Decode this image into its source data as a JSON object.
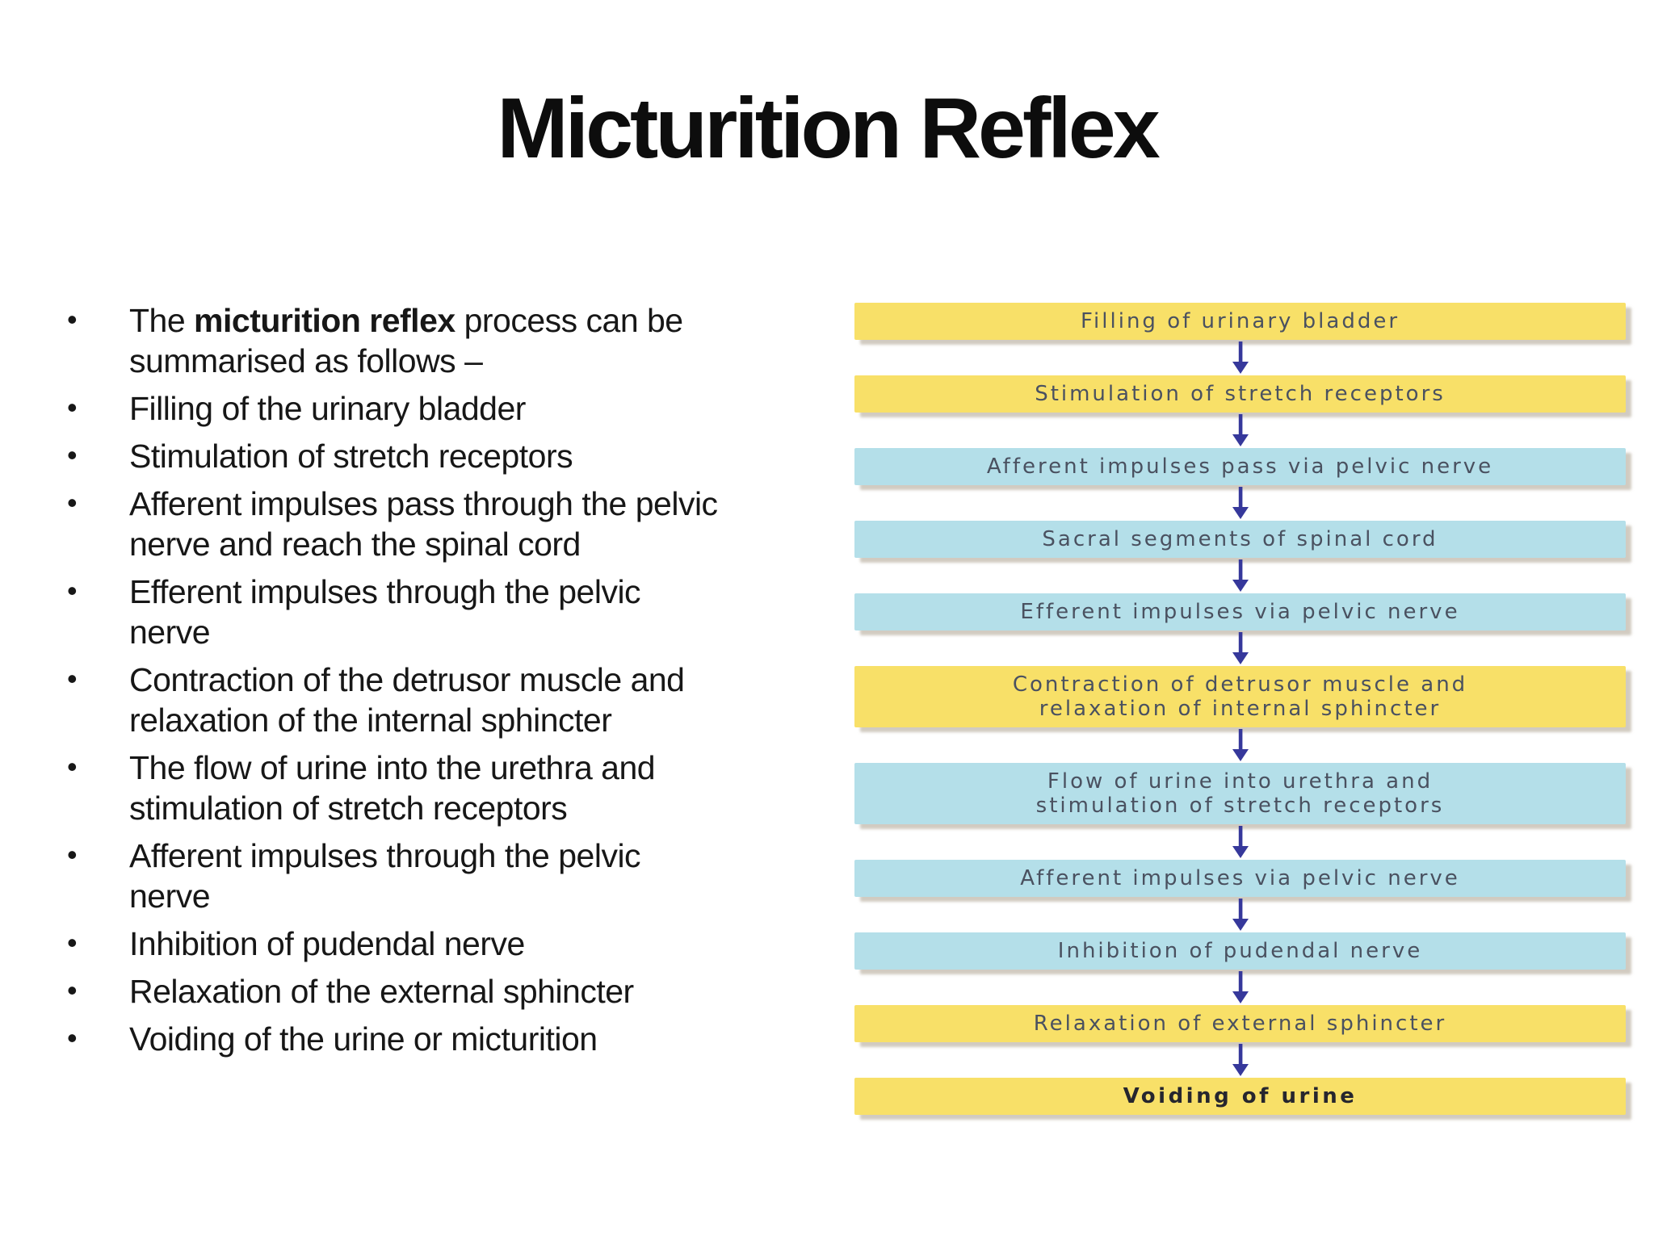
{
  "title": "Micturition Reflex",
  "bullets": [
    {
      "lines": [
        [
          {
            "t": "The "
          },
          {
            "t": "micturition reflex",
            "b": true
          },
          {
            "t": " process can be"
          }
        ],
        [
          {
            "t": "summarised as follows –"
          }
        ]
      ]
    },
    {
      "lines": [
        [
          {
            "t": "Filling of the urinary bladder"
          }
        ]
      ]
    },
    {
      "lines": [
        [
          {
            "t": "Stimulation of stretch receptors"
          }
        ]
      ]
    },
    {
      "lines": [
        [
          {
            "t": "Afferent impulses pass through the pelvic"
          }
        ],
        [
          {
            "t": "nerve and reach the spinal cord"
          }
        ]
      ]
    },
    {
      "lines": [
        [
          {
            "t": "Efferent impulses through the pelvic"
          }
        ],
        [
          {
            "t": "nerve"
          }
        ]
      ]
    },
    {
      "lines": [
        [
          {
            "t": "Contraction of the detrusor muscle and"
          }
        ],
        [
          {
            "t": "relaxation of the internal sphincter"
          }
        ]
      ]
    },
    {
      "lines": [
        [
          {
            "t": "The flow of urine into the urethra and"
          }
        ],
        [
          {
            "t": "stimulation of stretch receptors"
          }
        ]
      ]
    },
    {
      "lines": [
        [
          {
            "t": "Afferent impulses through the pelvic"
          }
        ],
        [
          {
            "t": "nerve"
          }
        ]
      ]
    },
    {
      "lines": [
        [
          {
            "t": "Inhibition of pudendal nerve"
          }
        ]
      ]
    },
    {
      "lines": [
        [
          {
            "t": "Relaxation of the external sphincter"
          }
        ]
      ]
    },
    {
      "lines": [
        [
          {
            "t": "Voiding of the urine or micturition"
          }
        ]
      ]
    }
  ],
  "flowchart": {
    "steps": [
      {
        "label": "Filling of urinary bladder",
        "color": "yellow"
      },
      {
        "label": "Stimulation of stretch receptors",
        "color": "yellow"
      },
      {
        "label": "Afferent impulses pass via pelvic nerve",
        "color": "blue"
      },
      {
        "label": "Sacral segments of spinal cord",
        "color": "blue"
      },
      {
        "label": "Efferent impulses via pelvic nerve",
        "color": "blue"
      },
      {
        "label": "Contraction of detrusor muscle and\nrelaxation of internal sphincter",
        "color": "yellow"
      },
      {
        "label": "Flow of urine into urethra and\nstimulation of stretch receptors",
        "color": "blue"
      },
      {
        "label": "Afferent impulses via pelvic nerve",
        "color": "blue"
      },
      {
        "label": "Inhibition of pudendal nerve",
        "color": "blue"
      },
      {
        "label": "Relaxation of external sphincter",
        "color": "yellow"
      },
      {
        "label": "Voiding of urine",
        "color": "yellow",
        "bold": true
      }
    ],
    "colors": {
      "yellow": "#F8E068",
      "blue": "#B4DFE9",
      "arrow": "#36389B",
      "box_text": "#4A5160",
      "final_text": "#26262E"
    }
  }
}
